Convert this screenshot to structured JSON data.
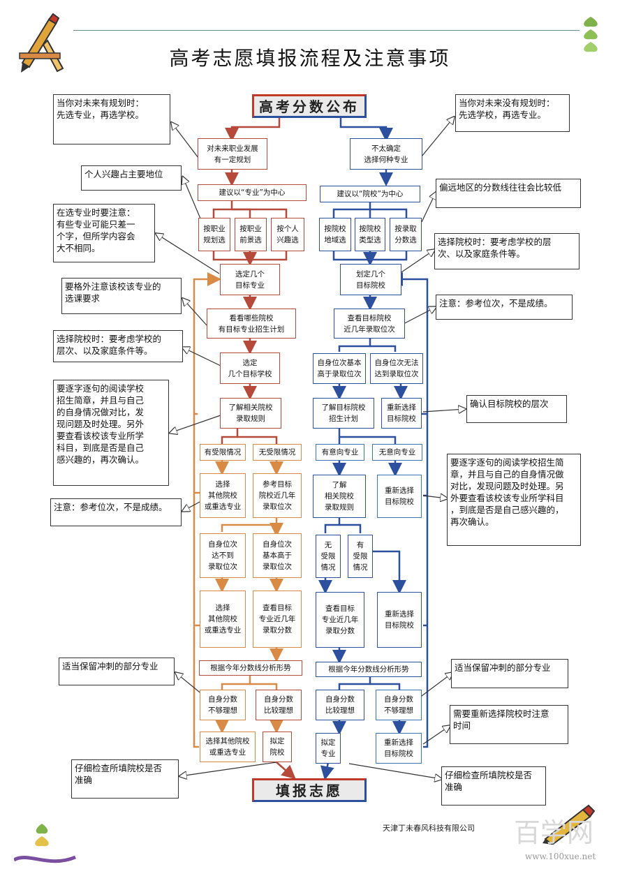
{
  "title": "高考志愿填报流程及注意事项",
  "banner_top": "高考分数公布",
  "banner_bottom": "填报志愿",
  "company": "天津丁未春风科技有限公司",
  "watermark": "www.100xue.net",
  "watermark_logo": "百学网",
  "colors": {
    "red": "#b54a3a",
    "orange": "#d98a45",
    "blue": "#2c4f9e",
    "lightblue": "#3a74b8"
  },
  "left": {
    "b1": "对未来职业发展\n有一定规划",
    "b2": "建议以“专业”为中心",
    "b3a": "按职业\n规划选",
    "b3b": "按职业\n前景选",
    "b3c": "按个人\n兴趣选",
    "b4": "选定几个\n目标专业",
    "b5": "看看哪些院校\n有目标专业招生计划",
    "b6": "选定\n几个目标学校",
    "b7": "了解相关院校\n录取规则",
    "b8a": "有受限情况",
    "b8b": "无受限情况",
    "b9a": "选择\n其他院校\n或重选专业",
    "b9b": "参考目标\n院校近几年\n录取位次",
    "b10a": "自身位次\n达不到\n录取位次",
    "b10b": "自身位次\n基本高于\n录取位次",
    "b11a": "选择\n其他院校\n或重选专业",
    "b11b": "查看目标\n专业近几年\n录取分数",
    "b12": "根据今年分数线分析形势",
    "b13a": "自身分数\n不够理想",
    "b13b": "自身分数\n比较理想",
    "b14a": "选择其他院校\n或重选专业",
    "b14b": "拟定\n院校"
  },
  "right": {
    "b1": "不太确定\n选择何种专业",
    "b2": "建议以“院校”为中心",
    "b3a": "按院校\n地域选",
    "b3b": "按院校\n类型选",
    "b3c": "按录取\n分数选",
    "b4": "划定几个\n目标院校",
    "b5": "查看目标院校\n近几年录取位次",
    "b6a": "自身位次基本\n高于录取位次",
    "b6b": "自身位次无法\n达到录取位次",
    "b7a": "了解目标院校\n招生计划",
    "b7b": "重新选择\n目标院校",
    "b8a": "有意向专业",
    "b8b": "无意向专业",
    "b9a": "了解\n相关院校\n录取规则",
    "b9b": "重新选择\n目标院校",
    "b10a": "无\n受限\n情况",
    "b10b": "有\n受限\n情况",
    "b11a": "查看目标\n专业近几年\n录取分数",
    "b11b": "重新选择\n目标院校",
    "b12": "根据今年分数线分析形势",
    "b13a": "自身分数\n比较理想",
    "b13b": "自身分数\n不够理想",
    "b14a": "拟定\n专业",
    "b14b": "重新选择\n目标院校"
  },
  "notes": {
    "n1": "当你对未来有规划时：\n先选专业，再选学校。",
    "n2": "个人兴趣占主要地位",
    "n3": "在选专业时要注意：\n有些专业可能只差一\n个字，但所学内容会\n大不相同。",
    "n4": "要格外注意该校该专业的\n选课要求",
    "n5": "选择院校时：要考虑学校的\n层次、以及家庭条件等。",
    "n6": "要逐字逐句的阅读学校\n招生简章，并且与自己\n的自身情况做对比，发\n现问题及时处理。另外\n要查看该校该专业所学\n科目，到底是否是自己\n感兴趣的，再次确认。",
    "n7": "注意：参考位次，不是成绩。",
    "n8": "适当保留冲刺的部分专业",
    "n9": "仔细检查所填院校是否\n准确",
    "m1": "当你对未来没有规划时：\n先选学校，再选专业。",
    "m2": "偏远地区的分数线往往会比较低",
    "m3": "选择院校时：要考虑学校的层\n次、以及家庭条件等。",
    "m4": "注意：参考位次，不是成绩。",
    "m5": "确认目标院校的层次",
    "m6": "要逐字逐句的阅读学校招生简\n章，并且与自己的自身情况做\n对比，发现问题及时处理。另\n外要查看该校该专业所学科目\n，到底是否是自己感兴趣的，\n再次确认。",
    "m7": "适当保留冲刺的部分专业",
    "m8": "需要重新选择院校时注意\n时间",
    "m9": "仔细检查所填院校是否\n准确"
  }
}
